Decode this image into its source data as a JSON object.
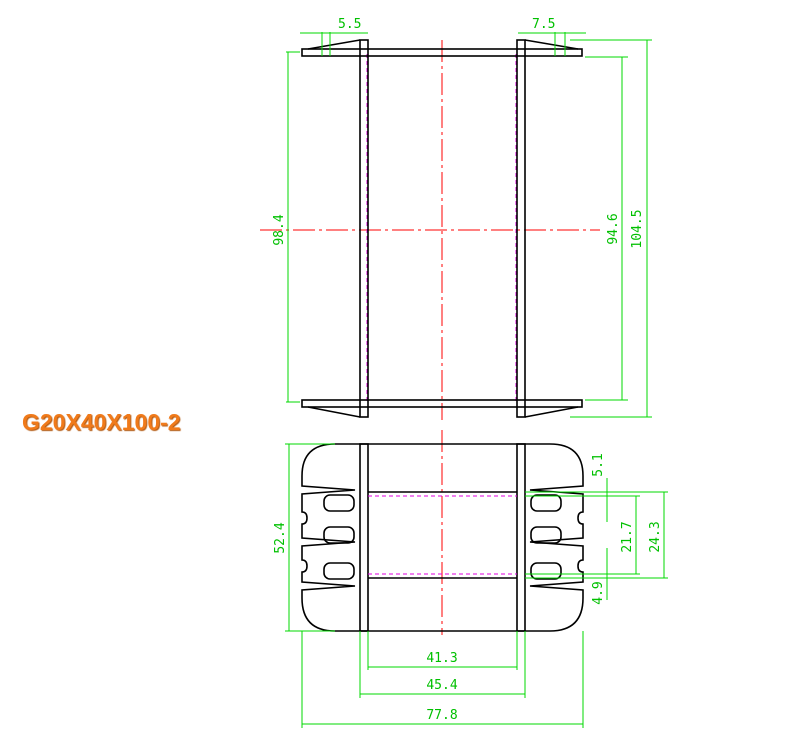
{
  "title": "G20X40X100-2",
  "colors": {
    "dimension": "#00d800",
    "outline": "#000000",
    "centerline": "#ff0000",
    "hidden": "#e000e0",
    "title": "#f07a1a"
  },
  "dimensions": {
    "top_left_flange": "5.5",
    "top_right_flange": "7.5",
    "left_height": "98.4",
    "inner_height": "94.6",
    "outer_height": "104.5",
    "bottom_left_height": "52.4",
    "right_top_gap": "5.1",
    "right_inner": "21.7",
    "right_outer": "24.3",
    "right_bottom_gap": "4.9",
    "inner_width": "41.3",
    "mid_width": "45.4",
    "outer_width": "77.8"
  }
}
